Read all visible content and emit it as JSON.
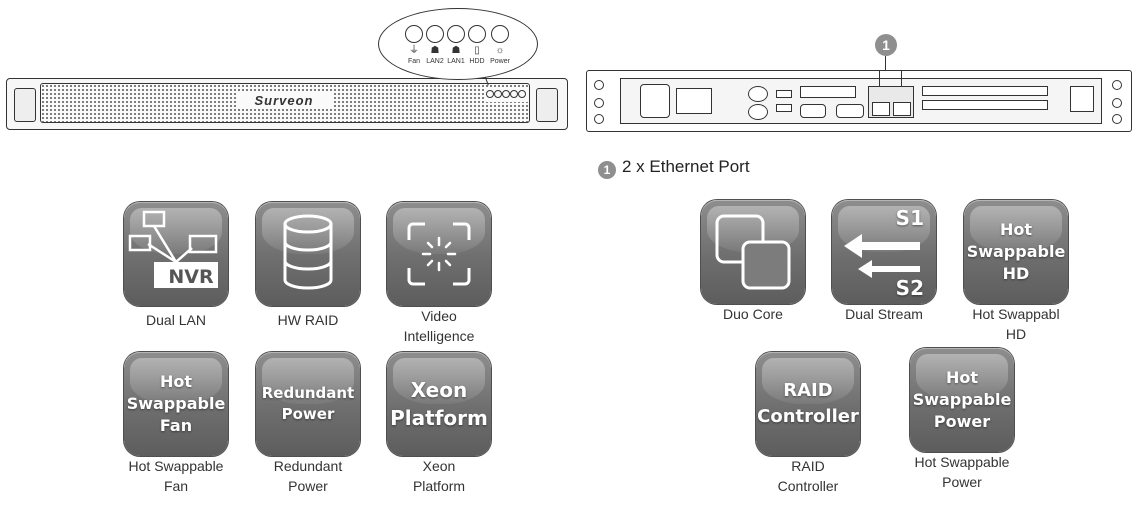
{
  "front_panel": {
    "brand": "Surveon",
    "leds": [
      {
        "label": "Fan",
        "icon": "fan-icon"
      },
      {
        "label": "LAN2",
        "icon": "network-icon"
      },
      {
        "label": "LAN1",
        "icon": "network-icon"
      },
      {
        "label": "HDD",
        "icon": "hdd-icon"
      },
      {
        "label": "Power",
        "icon": "power-light-icon"
      }
    ]
  },
  "rear_panel": {
    "marker": "1",
    "legend": {
      "number": "1",
      "text": "2 x Ethernet Port"
    }
  },
  "features_left": [
    {
      "key": "dual-lan",
      "tile_text": "NVR",
      "caption": "Dual LAN",
      "icon": "network-topology-icon"
    },
    {
      "key": "hw-raid",
      "tile_text": "",
      "caption": "HW RAID",
      "icon": "database-icon"
    },
    {
      "key": "video-intelligence",
      "tile_text": "",
      "caption": "Video\nIntelligence",
      "icon": "focus-frame-icon"
    },
    {
      "key": "hot-swappable-fan",
      "tile_text": "Hot\nSwappable\nFan",
      "caption": "Hot Swappable\nFan",
      "icon": ""
    },
    {
      "key": "redundant-power",
      "tile_text": "Redundant\nPower",
      "caption": "Redundant\nPower",
      "icon": ""
    },
    {
      "key": "xeon-platform",
      "tile_text": "Xeon\nPlatform",
      "caption": "Xeon\nPlatform",
      "icon": ""
    }
  ],
  "features_right": [
    {
      "key": "duo-core",
      "tile_text": "",
      "caption": "Duo Core",
      "icon": "overlapping-squares-icon"
    },
    {
      "key": "dual-stream",
      "tile_text_top": "S1",
      "tile_text_bottom": "S2",
      "caption": "Dual Stream",
      "icon": "arrows-icon"
    },
    {
      "key": "hot-swappable-hd",
      "tile_text": "Hot\nSwappable\nHD",
      "caption": "Hot Swappabl\nHD",
      "icon": ""
    },
    {
      "key": "raid-controller",
      "tile_text": "RAID\nController",
      "caption": "RAID\nController",
      "icon": ""
    },
    {
      "key": "hot-swappable-power",
      "tile_text": "Hot\nSwappable\nPower",
      "caption": "Hot Swappable\nPower",
      "icon": ""
    }
  ],
  "colors": {
    "tile_top": "#8e8e8e",
    "tile_bottom": "#5d5d5d",
    "tile_text": "#ffffff",
    "marker": "#8f8f8f"
  }
}
